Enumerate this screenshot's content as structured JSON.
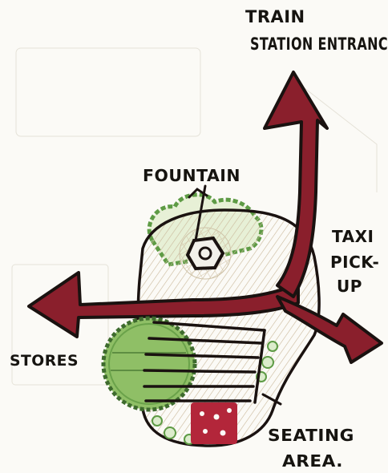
{
  "labels": {
    "train_line1": "TRAIN",
    "train_line2": "STATION ENTRANC",
    "fountain": "FOUNTAIN",
    "taxi_line1": "TAXI",
    "taxi_line2": "PICK-",
    "taxi_line3": "UP",
    "stores": "STORES",
    "seating_line1": "SEATING",
    "seating_line2": "AREA."
  },
  "colors": {
    "path_fill": "#8a1f2c",
    "path_outline": "#1a1210",
    "tree_green": "#8fbf66",
    "shrub_green": "#5e9b45",
    "flower_red": "#b3263a",
    "plaza_hatch": "#c9b89a",
    "ink": "#161410",
    "paper": "#fbfaf6"
  }
}
